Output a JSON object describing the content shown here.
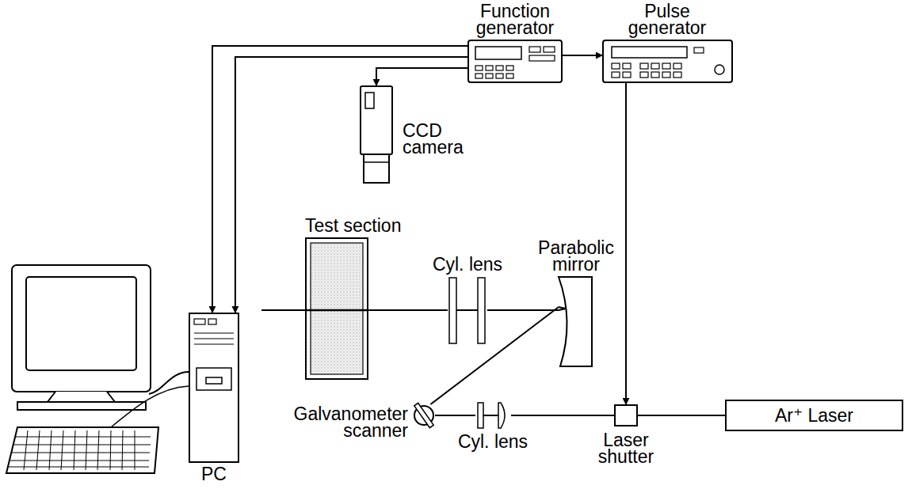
{
  "diagram": {
    "nodes": [
      {
        "text": [
          "Function generator"
        ]
      },
      {
        "text": [
          "Pulse generator"
        ]
      },
      {
        "text": [
          "CCD camera"
        ]
      },
      {
        "text": [
          "Test section"
        ]
      },
      {
        "text": [
          "Cyl. lens"
        ]
      },
      {
        "text": [
          "Parabolic mirror"
        ]
      },
      {
        "text": [
          "PC"
        ]
      },
      {
        "text": [
          "Galvanometer scanner"
        ]
      },
      {
        "text": [
          "Cyl. lens"
        ]
      },
      {
        "text": [
          "Laser shutter"
        ]
      },
      {
        "text": [
          "Ar⁺ Laser"
        ]
      }
    ],
    "edges": [
      {
        "from": 0,
        "to": 1,
        "arrow": "to"
      },
      {
        "from": 0,
        "to": 6,
        "arrow": "to"
      },
      {
        "from": 0,
        "to": 6,
        "arrow": "to"
      },
      {
        "from": 0,
        "to": 2,
        "arrow": "to"
      },
      {
        "from": 1,
        "to": 9,
        "arrow": "to"
      },
      {
        "from": 10,
        "to": 9,
        "arrow": "none"
      },
      {
        "from": 9,
        "to": 8,
        "arrow": "none"
      },
      {
        "from": 8,
        "to": 7,
        "arrow": "none"
      },
      {
        "from": 7,
        "to": 5,
        "arrow": "none"
      },
      {
        "from": 5,
        "to": 4,
        "arrow": "none"
      },
      {
        "from": 4,
        "to": 3,
        "arrow": "none"
      }
    ]
  }
}
